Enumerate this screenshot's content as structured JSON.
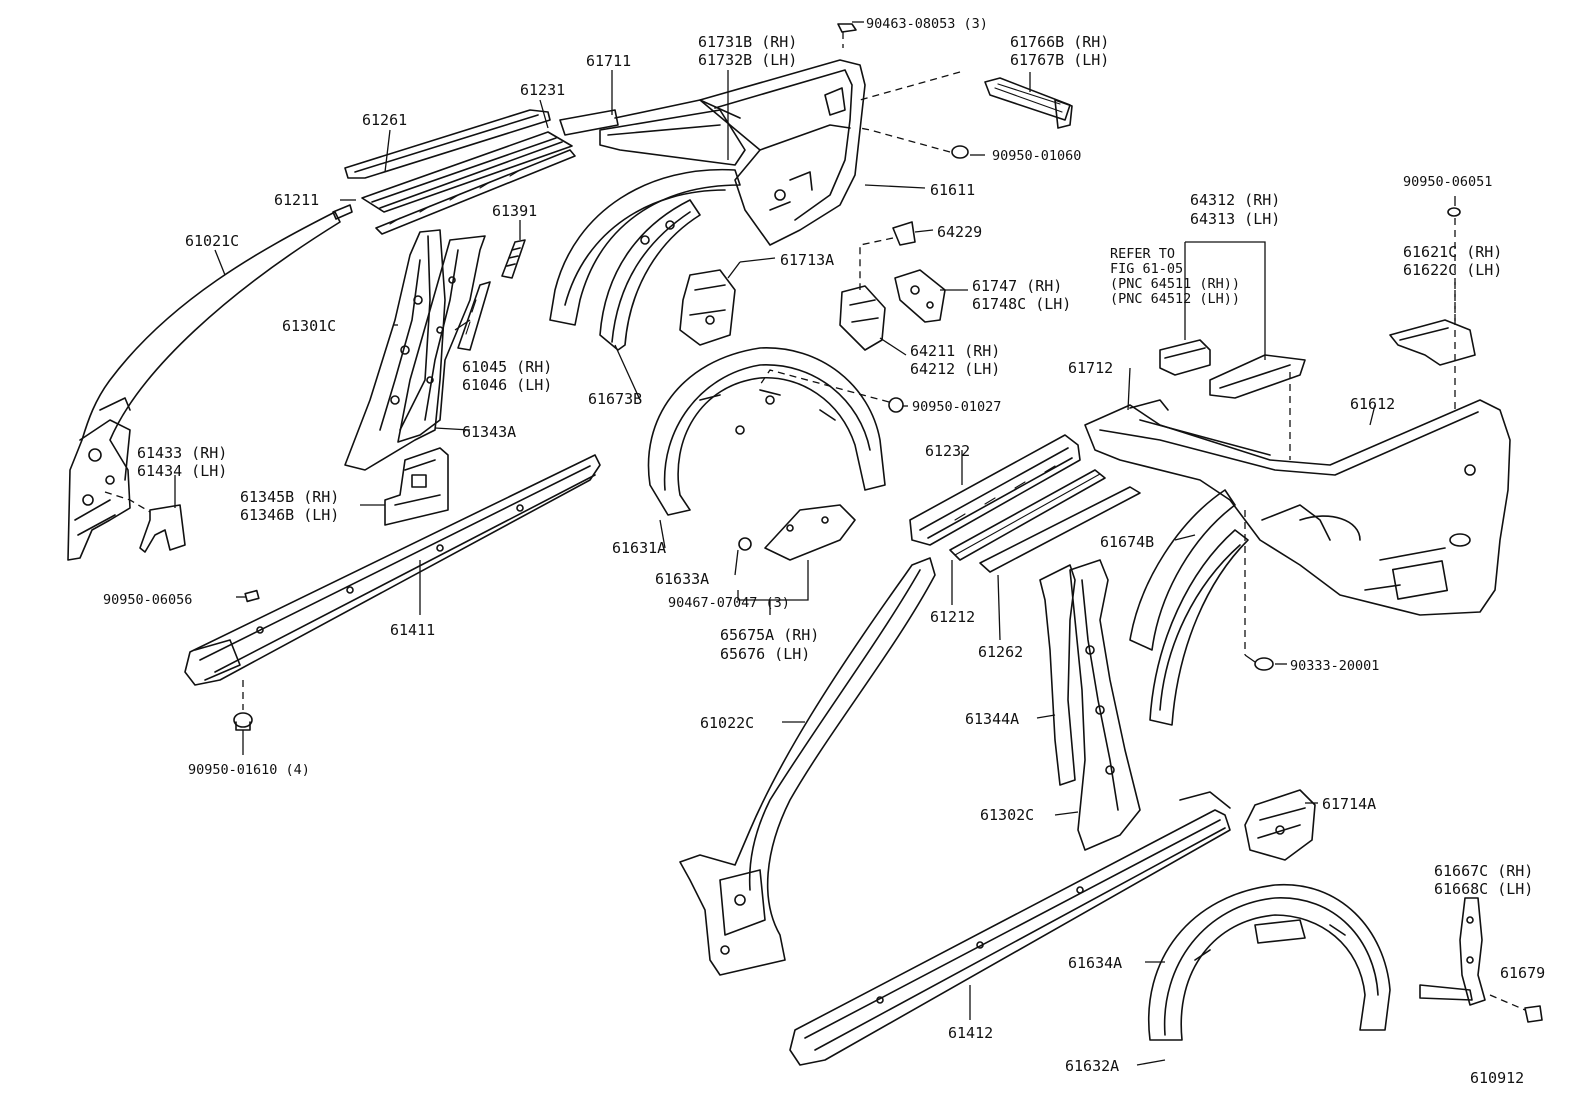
{
  "figure_code": "610912",
  "refer_note": {
    "line1": "REFER TO",
    "line2": "FIG 61-05",
    "line3": "(PNC 64511 (RH))",
    "line4": "(PNC 64512 (LH))"
  },
  "callouts": {
    "c_90463": "90463-08053 (3)",
    "c_61731": "61731B (RH)",
    "c_61732": "61732B (LH)",
    "c_61766": "61766B (RH)",
    "c_61767": "61767B (LH)",
    "c_61711": "61711",
    "c_61231": "61231",
    "c_61261": "61261",
    "c_61211": "61211",
    "c_61021": "61021C",
    "c_90950_01060": "90950-01060",
    "c_61611": "61611",
    "c_90950_06051": "90950-06051",
    "c_64312": "64312 (RH)",
    "c_64313": "64313 (LH)",
    "c_61621": "61621C (RH)",
    "c_61622": "61622C (LH)",
    "c_64229": "64229",
    "c_61713": "61713A",
    "c_61391": "61391",
    "c_61747": "61747  (RH)",
    "c_61748": "61748C (LH)",
    "c_61301": "61301C",
    "c_64211": "64211 (RH)",
    "c_64212": "64212 (LH)",
    "c_61045": "61045 (RH)",
    "c_61046": "61046 (LH)",
    "c_61673": "61673B",
    "c_90950_01027": "90950-01027",
    "c_61712": "61712",
    "c_61612": "61612",
    "c_61343": "61343A",
    "c_61433": "61433 (RH)",
    "c_61434": "61434 (LH)",
    "c_61232": "61232",
    "c_61345": "61345B (RH)",
    "c_61346": "61346B (LH)",
    "c_61631": "61631A",
    "c_61674": "61674B",
    "c_90950_06056": "90950-06056",
    "c_61633": "61633A",
    "c_90467": "90467-07047 (3)",
    "c_61212": "61212",
    "c_61411": "61411",
    "c_65675": "65675A (RH)",
    "c_65676": "65676  (LH)",
    "c_61262": "61262",
    "c_90333": "90333-20001",
    "c_61022": "61022C",
    "c_61344": "61344A",
    "c_90950_01610": "90950-01610 (4)",
    "c_61714": "61714A",
    "c_61302": "61302C",
    "c_61667": "61667C (RH)",
    "c_61668": "61668C (LH)",
    "c_61634": "61634A",
    "c_61679": "61679",
    "c_61412": "61412",
    "c_61632": "61632A"
  }
}
